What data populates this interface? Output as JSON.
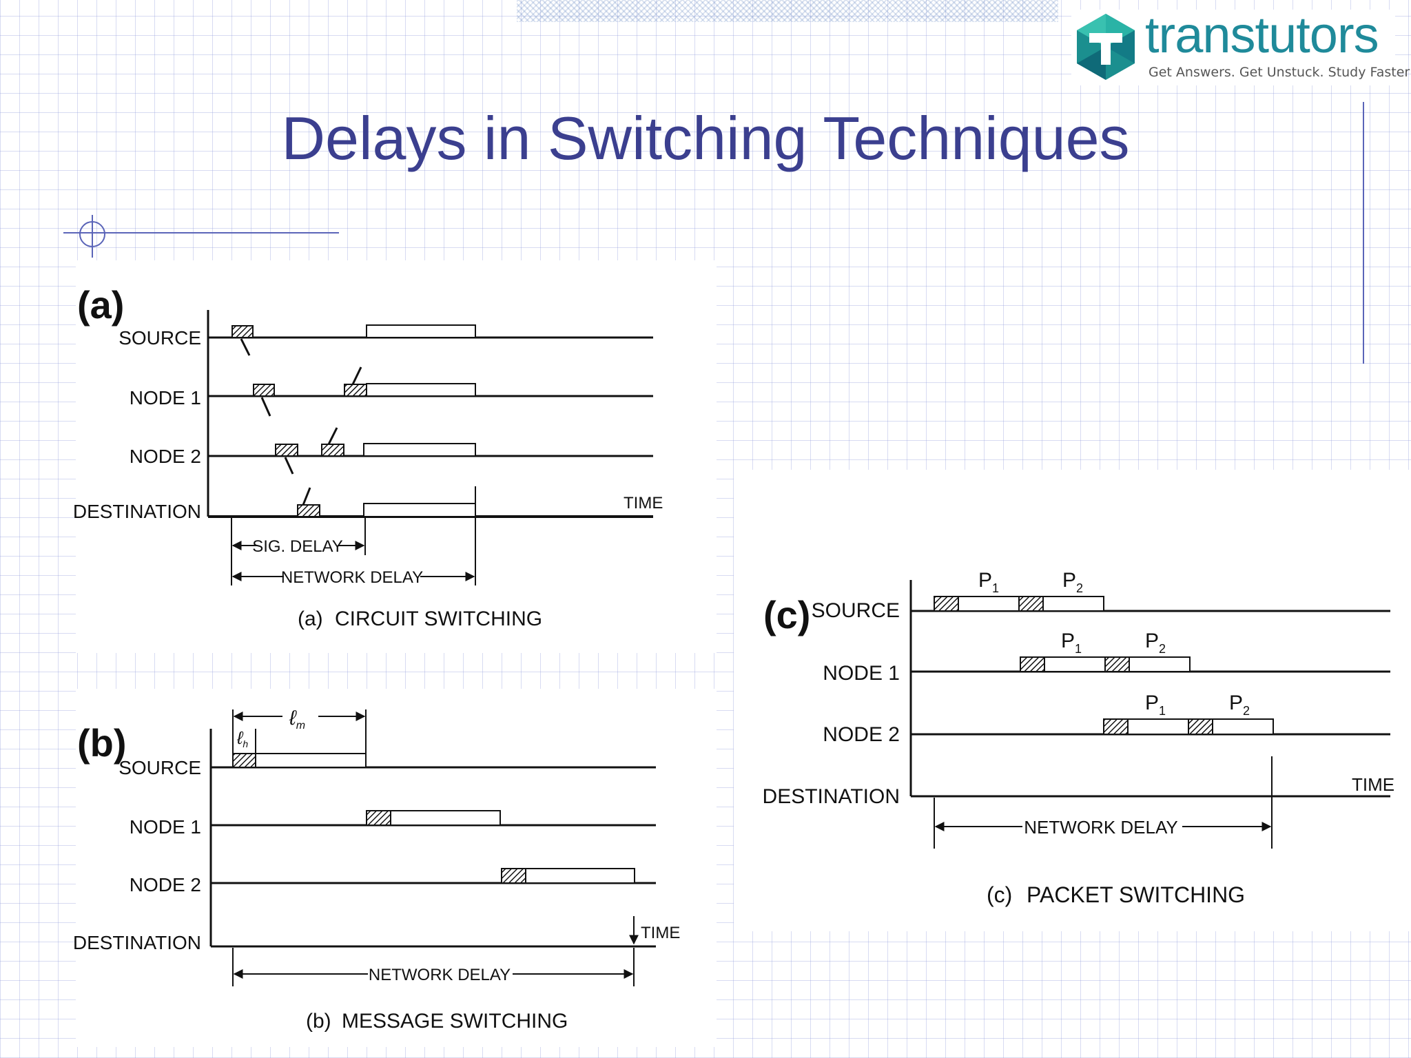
{
  "slide": {
    "title": "Delays in Switching Techniques"
  },
  "logo": {
    "name": "transtutors",
    "tagline": "Get Answers. Get Unstuck. Study Faster"
  },
  "panel_a": {
    "label": "(a)",
    "rows": [
      "SOURCE",
      "NODE 1",
      "NODE 2",
      "DESTINATION"
    ],
    "time_label": "TIME",
    "sig_delay": "SIG. DELAY",
    "network_delay": "NETWORK DELAY",
    "caption_tag": "(a)",
    "caption": "CIRCUIT SWITCHING"
  },
  "panel_b": {
    "label": "(b)",
    "rows": [
      "SOURCE",
      "NODE 1",
      "NODE 2",
      "DESTINATION"
    ],
    "lh": "ℓ",
    "lh_sub": "h",
    "lm": "ℓ",
    "lm_sub": "m",
    "time_label": "TIME",
    "network_delay": "NETWORK DELAY",
    "caption_tag": "(b)",
    "caption": "MESSAGE SWITCHING"
  },
  "panel_c": {
    "label": "(c)",
    "rows": [
      "SOURCE",
      "NODE 1",
      "NODE 2",
      "DESTINATION"
    ],
    "packet": "P",
    "p1_sub": "1",
    "p2_sub": "2",
    "time_label": "TIME",
    "network_delay": "NETWORK DELAY",
    "caption_tag": "(c)",
    "caption": "PACKET SWITCHING"
  },
  "colors": {
    "title": "#3b3f8f",
    "logo_text": "#1f8a9a",
    "grid": "#969cdc",
    "ink": "#111111"
  }
}
